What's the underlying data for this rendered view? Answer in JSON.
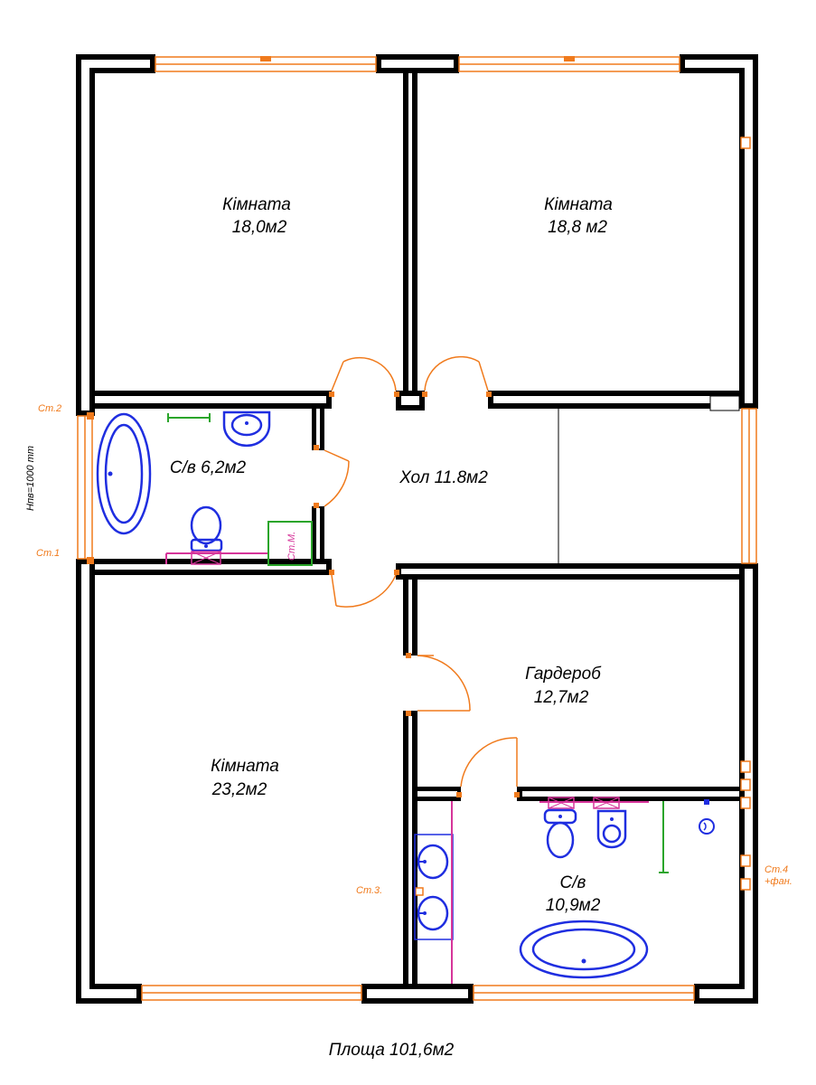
{
  "colors": {
    "wall": "#000000",
    "window": "#f07a1c",
    "door": "#f07a1c",
    "fixture": "#1f2ee0",
    "pipe_pink": "#d6359a",
    "pipe_green": "#2aa52a",
    "riser_label": "#f07a1c"
  },
  "rooms": {
    "room1": {
      "name": "Кімната",
      "area": "18,0м2"
    },
    "room2": {
      "name": "Кімната",
      "area": "18,8 м2"
    },
    "bath_small": {
      "label": "С/в 6,2м2"
    },
    "hall": {
      "label": "Хол 11.8м2"
    },
    "wardrobe": {
      "name": "Гардероб",
      "area": "12,7м2"
    },
    "room3": {
      "name": "Кімната",
      "area": "23,2м2"
    },
    "bath_large": {
      "name": "С/в",
      "area": "10,9м2"
    }
  },
  "notes": {
    "height": "Нпв=1000 mm",
    "st1": "Ст.1",
    "st2": "Ст.2",
    "st3": "Ст.3.",
    "st4_line1": "Ст.4",
    "st4_line2": "+фан.",
    "stm": "Ст.М."
  },
  "total_area": "Площа 101,6м2",
  "icons": [
    "bathtub-icon",
    "sink-icon",
    "toilet-icon",
    "bidet-icon",
    "washbasin-icon",
    "floor-drain-icon"
  ]
}
